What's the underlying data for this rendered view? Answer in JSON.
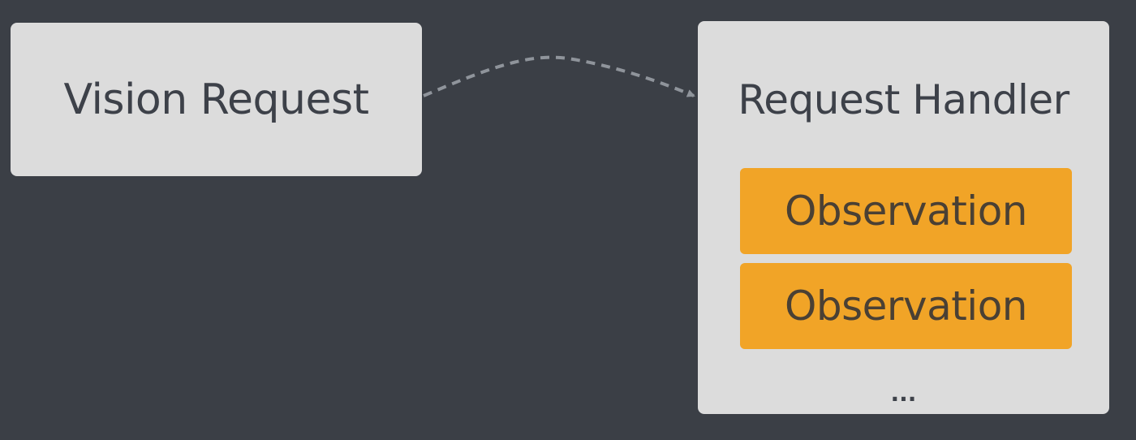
{
  "diagram": {
    "source_node": {
      "label": "Vision Request"
    },
    "target_node": {
      "label": "Request Handler",
      "children": [
        {
          "label": "Observation",
          "color": "#f1a427"
        },
        {
          "label": "Observation",
          "color": "#f1a427"
        }
      ],
      "more_indicator": "..."
    },
    "edge": {
      "from": "Vision Request",
      "to": "Request Handler",
      "style": "dashed",
      "color": "#8f949b"
    }
  }
}
